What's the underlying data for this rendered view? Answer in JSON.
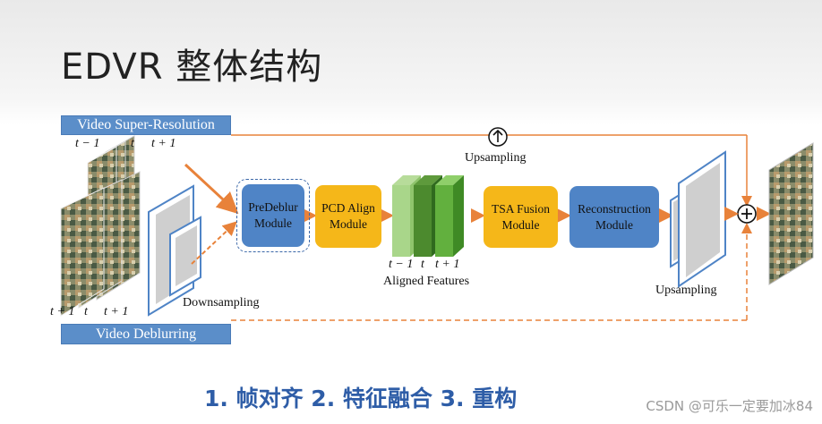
{
  "slide": {
    "title": "EDVR 整体结构"
  },
  "tags": {
    "vsr": "Video Super-Resolution",
    "deblur": "Video Deblurring"
  },
  "frames": {
    "top": {
      "prev": "t − 1",
      "cur": "t",
      "next": "t + 1"
    },
    "bottom": {
      "prev": "t + 1",
      "cur": "t",
      "next": "t + 1"
    },
    "aligned": {
      "prev": "t − 1",
      "cur": "t",
      "next": "t + 1"
    }
  },
  "labels": {
    "downsampling": "Downsampling",
    "upsampling_top": "Upsampling",
    "upsampling_right": "Upsampling",
    "aligned_features": "Aligned Features"
  },
  "modules": {
    "predeblur": [
      "PreDeblur",
      "Module"
    ],
    "pcd": [
      "PCD Align",
      "Module"
    ],
    "tsa": [
      "TSA Fusion",
      "Module"
    ],
    "reconstruction": [
      "Reconstruction",
      "Module"
    ]
  },
  "footer": {
    "steps": "1. 帧对齐  2. 特征融合  3. 重构"
  },
  "watermark": "CSDN @可乐一定要加冰84",
  "colors": {
    "blue": "#4f84c6",
    "orange": "#f5b719",
    "arrow": "#e8823a",
    "green": "#6ab04c",
    "title_blue": "#2e5da7"
  }
}
